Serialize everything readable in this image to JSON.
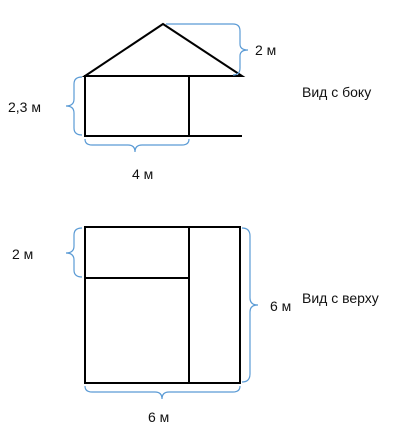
{
  "views": {
    "side": {
      "title": "Вид с боку",
      "roof_height_label": "2 м",
      "wall_height_label": "2,3 м",
      "width_label": "4 м"
    },
    "top": {
      "title": "Вид с верху",
      "depth_label": "2 м",
      "height_label": "6 м",
      "width_label": "6 м"
    }
  },
  "colors": {
    "line": "#000000",
    "brace": "#5b9bd5"
  }
}
